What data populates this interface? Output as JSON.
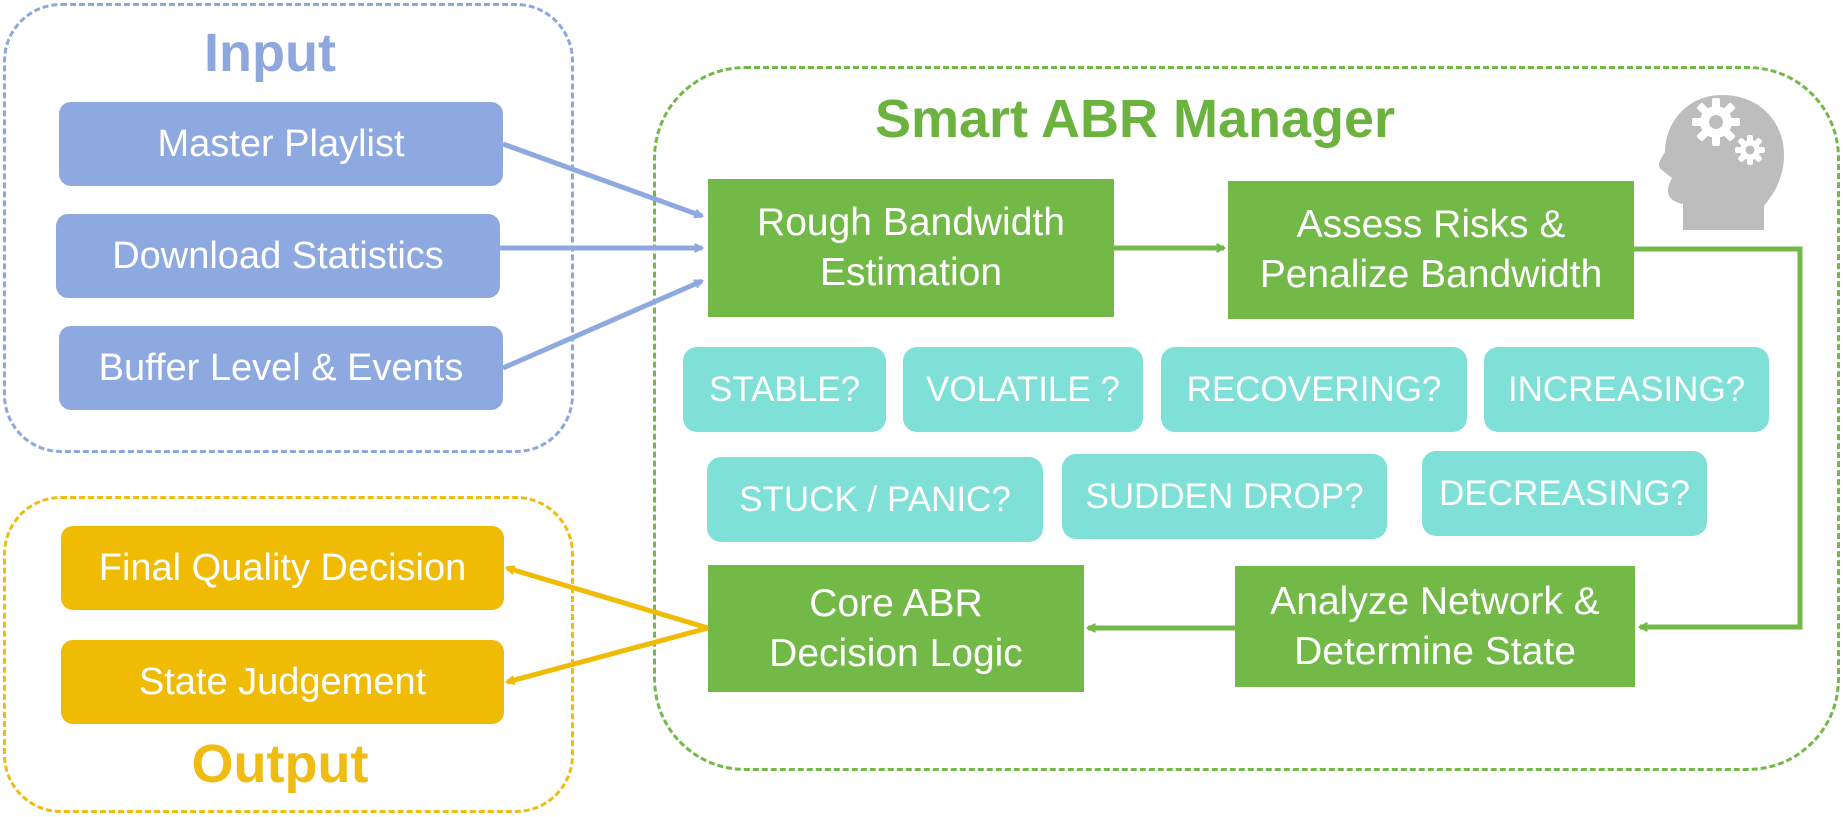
{
  "input": {
    "title": "Input",
    "items": [
      "Master Playlist",
      "Download Statistics",
      "Buffer Level & Events"
    ]
  },
  "output": {
    "title": "Output",
    "items": [
      "Final Quality Decision",
      "State Judgement"
    ]
  },
  "manager": {
    "title": "Smart ABR Manager",
    "steps": {
      "rough_bandwidth": [
        "Rough Bandwidth",
        "Estimation"
      ],
      "assess_risks": [
        "Assess Risks &",
        "Penalize Bandwidth"
      ],
      "analyze_network": [
        "Analyze Network &",
        "Determine State"
      ],
      "core_logic": [
        "Core ABR",
        "Decision Logic"
      ]
    },
    "states": [
      "STABLE?",
      "VOLATILE ?",
      "RECOVERING?",
      "INCREASING?",
      "STUCK / PANIC?",
      "SUDDEN DROP?",
      "DECREASING?"
    ]
  },
  "colors": {
    "input": "#8ea9df",
    "output": "#f0bb05",
    "process": "#72b947",
    "state": "#7fe0d8",
    "icon": "#bdbdbd"
  },
  "icons": [
    "head-with-gears-icon"
  ]
}
